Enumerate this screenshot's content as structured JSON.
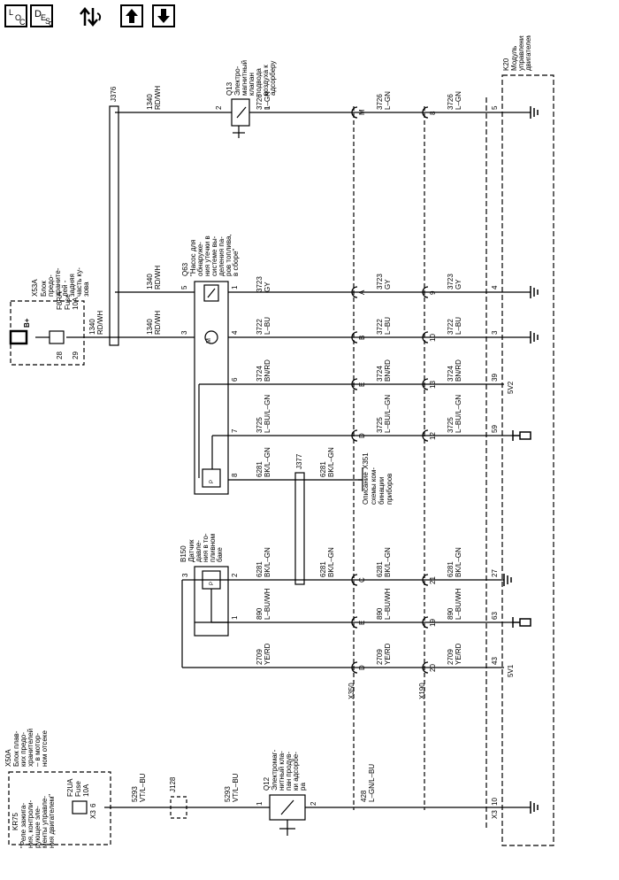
{
  "toolbar": {
    "btn_loc_top": "L",
    "btn_loc_o": "O",
    "btn_loc_c": "C",
    "btn_desc_d": "D",
    "btn_desc_e": "E",
    "btn_desc_s": "S",
    "btn_desc_c": "C"
  },
  "left_block": {
    "x50a": "X50A",
    "x50a_desc": [
      "Блок плав-",
      "ких предо-",
      "хранителей",
      "– в мотор-",
      "ном отсеке"
    ],
    "kr75": "KR75",
    "kr75_desc": [
      "\"Реле зажига-",
      "ния, контроли-",
      "рующее эле-",
      "менты управле-",
      "ния двигателем\""
    ],
    "f2ua": "F2UA",
    "fuse": "Fuse",
    "amp": "10A",
    "x3": "X3",
    "pin6": "6",
    "wire_5293_a": "5293",
    "color_a": "VT/L–BU",
    "j128": "J128",
    "wire_5293_b": "5293",
    "color_b": "VT/L–BU",
    "q12": "Q12",
    "q12_desc": [
      "Электромаг-",
      "нитный кла-",
      "пан продув-",
      "ки адсорбе-",
      "ра"
    ],
    "pin1": "1",
    "pin2": "2",
    "wire_428": "428",
    "color_428": "L–GN/L–BU",
    "x3_bottom": "X3",
    "pin10": "10"
  },
  "b150_block": {
    "b150": "B150",
    "desc": [
      "Датчик",
      "давле-",
      "ния в то-",
      "пливном",
      "баке"
    ],
    "pin3": "3",
    "pin2": "2",
    "pin1": "1"
  },
  "wires_mid": {
    "w6281": "6281",
    "c6281": "BK/L–GN",
    "w890": "890",
    "c890": "L–BU/WH",
    "w2709": "2709",
    "c2709": "YE/RD",
    "j377": "J377",
    "x351": "X351",
    "x351_desc": [
      "Описание",
      "схемы ком-",
      "бинации",
      "приборов"
    ],
    "w6281b": "6281",
    "c6281b": "BK/L–GN"
  },
  "q63_block": {
    "q63": "Q63",
    "desc": [
      "\"Насос для",
      "обнаруже-",
      "ния утечки в",
      "системе вы-",
      "деления па-",
      "ров топлива,",
      "в сборе\""
    ],
    "pin5": "5",
    "pin1": "1",
    "pin3": "3",
    "pin4": "4",
    "pin6": "6",
    "pin7": "7",
    "pin8": "8",
    "w1340": "1340",
    "c1340": "RD/WH",
    "w3723": "3723",
    "c3723": "GY",
    "w3722": "3722",
    "c3722": "L–BU",
    "w3724": "3724",
    "c3724": "BN/RD",
    "w3725": "3725",
    "c3725": "L–BU/L–GN",
    "w6281": "6281",
    "c6281": "BK/L–GN"
  },
  "x53a_block": {
    "x53a": "X53A",
    "desc": [
      "Блок",
      "предо-",
      "храните-",
      "лей -",
      "задняя",
      "часть ку-",
      "зова"
    ],
    "b_plus": "B+",
    "f8ra": "F8RA",
    "fuse": "Fuse",
    "amp": "10A",
    "pin28": "28",
    "pin29": "29",
    "w1340": "1340",
    "c1340": "RD/WH"
  },
  "q13_block": {
    "q13": "Q13",
    "desc": [
      "Электро-",
      "магнитный",
      "клапан",
      "подвода",
      "воздуха к",
      "адсорберу"
    ],
    "pin2": "2",
    "pin1": "1",
    "w1340": "1340",
    "c1340": "RD/WH",
    "w3726": "3726",
    "c3726": "L–GN",
    "j376": "J376"
  },
  "connectors": {
    "x350": "X350",
    "x190": "X190",
    "x350_pins": [
      "M",
      "A",
      "B",
      "E",
      "D",
      "C",
      "E",
      "D"
    ],
    "x190_pins": [
      "8",
      "9",
      "10",
      "13",
      "12",
      "21",
      "19",
      "20"
    ],
    "k20_pins": [
      "5",
      "4",
      "3",
      "39",
      "59",
      "27",
      "63",
      "43"
    ]
  },
  "right_wires": [
    {
      "num": "3726",
      "col": "L–GN"
    },
    {
      "num": "3723",
      "col": "GY"
    },
    {
      "num": "3722",
      "col": "L–BU"
    },
    {
      "num": "3724",
      "col": "BN/RD"
    },
    {
      "num": "3725",
      "col": "L–BU/L–GN"
    },
    {
      "num": "6281",
      "col": "BK/L–GN"
    },
    {
      "num": "890",
      "col": "L–BU/WH"
    },
    {
      "num": "2709",
      "col": "YE/RD"
    }
  ],
  "mid_wires": [
    {
      "num": "3726",
      "col": "L–GN"
    },
    {
      "num": "3723",
      "col": "GY"
    },
    {
      "num": "3722",
      "col": "L–BU"
    },
    {
      "num": "3724",
      "col": "BN/RD"
    },
    {
      "num": "3725",
      "col": "L–BU/L–GN"
    },
    {
      "num": "6281",
      "col": "BK/L–GN"
    },
    {
      "num": "890",
      "col": "L–BU/WH"
    },
    {
      "num": "2709",
      "col": "YE/RD"
    }
  ],
  "k20": {
    "k20": "K20",
    "desc": [
      "Модуль",
      "управления",
      "двигателем."
    ],
    "x3": "X3",
    "pin10": "10",
    "v2": "5V2",
    "v1": "5V1"
  }
}
